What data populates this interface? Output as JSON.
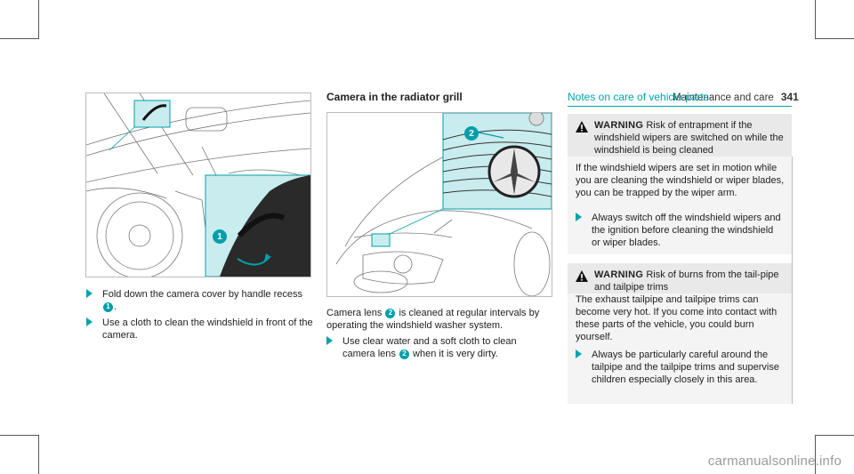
{
  "header": {
    "section": "Maintenance and care",
    "page": "341"
  },
  "left": {
    "steps": [
      {
        "text_a": "Fold down the camera cover by handle recess",
        "badge": "1",
        "text_b": "."
      },
      {
        "text": "Use a cloth to clean the windshield in front of the camera."
      }
    ],
    "figure_callout": "1"
  },
  "middle": {
    "title": "Camera in the radiator grill",
    "figure_callout": "2",
    "para_a": "Camera lens",
    "para_badge": "2",
    "para_b": "is cleaned at regular intervals by operating the windshield washer system.",
    "step_a": "Use clear water and a soft cloth to clean camera lens",
    "step_badge": "2",
    "step_b": "when it is very dirty."
  },
  "right": {
    "title": "Notes on care of vehicle parts",
    "warning1": {
      "label": "WARNING",
      "head": "Risk of entrapment if the windshield wipers are switched on while the windshield is being cleaned",
      "body": "If the windshield wipers are set in motion while you are cleaning the windshield or wiper blades, you can be trapped by the wiper arm.",
      "step": "Always switch off the windshield wipers and the ignition before cleaning the windshield or wiper blades."
    },
    "warning2": {
      "label": "WARNING",
      "head": "Risk of burns from the tail-pipe and tailpipe trims",
      "body": "The exhaust tailpipe and tailpipe trims can become very hot. If you come into contact with these parts of the vehicle, you could burn yourself.",
      "step": "Always be particularly careful around the tailpipe and the tailpipe trims and supervise children especially closely in this area."
    }
  },
  "watermark": "carmanualsonline.info",
  "colors": {
    "accent": "#00a3ad",
    "callout": "#009fa8",
    "panel": "#c9ecee"
  }
}
